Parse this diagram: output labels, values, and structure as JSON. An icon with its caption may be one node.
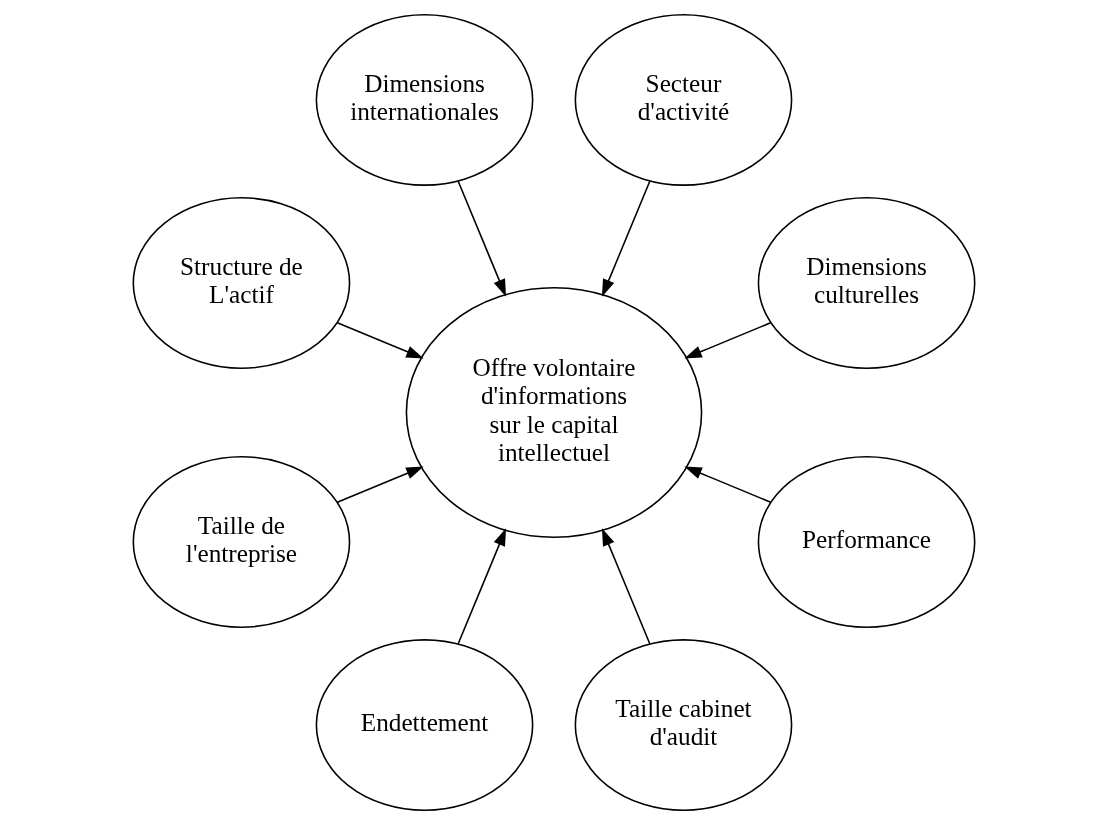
{
  "diagram": {
    "nodes": [
      {
        "text": [
          "Dimensions culturelles"
        ]
      },
      {
        "text": [
          "Secteur d'activité"
        ]
      },
      {
        "text": [
          "Dimensions internationales"
        ]
      },
      {
        "text": [
          "Structure de L'actif"
        ]
      },
      {
        "text": [
          "Offre volontaire d'informations sur le capital intellectuel"
        ]
      },
      {
        "text": [
          "Taille de l'entreprise"
        ]
      },
      {
        "text": [
          "Endettement"
        ]
      },
      {
        "text": [
          "Taille cabinet d'audit"
        ]
      },
      {
        "text": [
          "Performance"
        ]
      }
    ],
    "edges": [
      {
        "from": 0,
        "to": 4,
        "arrow": "to"
      },
      {
        "from": 1,
        "to": 4,
        "arrow": "to"
      },
      {
        "from": 2,
        "to": 4,
        "arrow": "to"
      },
      {
        "from": 3,
        "to": 4,
        "arrow": "to"
      },
      {
        "from": 5,
        "to": 4,
        "arrow": "to"
      },
      {
        "from": 6,
        "to": 4,
        "arrow": "to"
      },
      {
        "from": 7,
        "to": 4,
        "arrow": "to"
      },
      {
        "from": 8,
        "to": 4,
        "arrow": "to"
      }
    ]
  }
}
